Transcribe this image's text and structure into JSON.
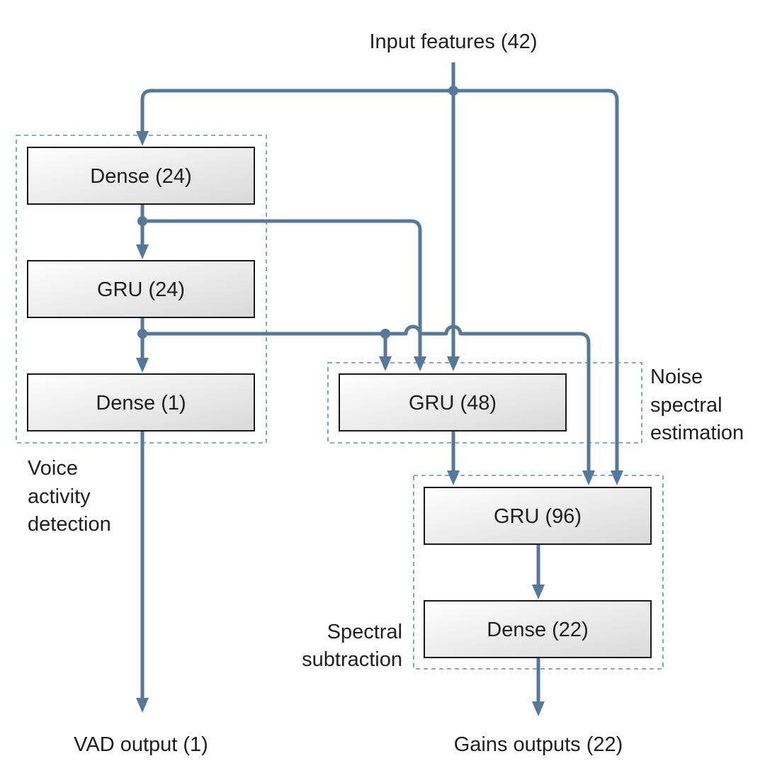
{
  "diagram": {
    "input_label": "Input features (42)",
    "vad_output_label": "VAD output (1)",
    "gains_output_label": "Gains outputs (22)",
    "layers": {
      "dense24": "Dense (24)",
      "gru24": "GRU (24)",
      "dense1": "Dense (1)",
      "gru48": "GRU (48)",
      "gru96": "GRU (96)",
      "dense22": "Dense (22)"
    },
    "groups": {
      "vad": [
        "Voice",
        "activity",
        "detection"
      ],
      "noise": [
        "Noise",
        "spectral",
        "estimation"
      ],
      "spectral": [
        "Spectral",
        "subtraction"
      ]
    }
  }
}
